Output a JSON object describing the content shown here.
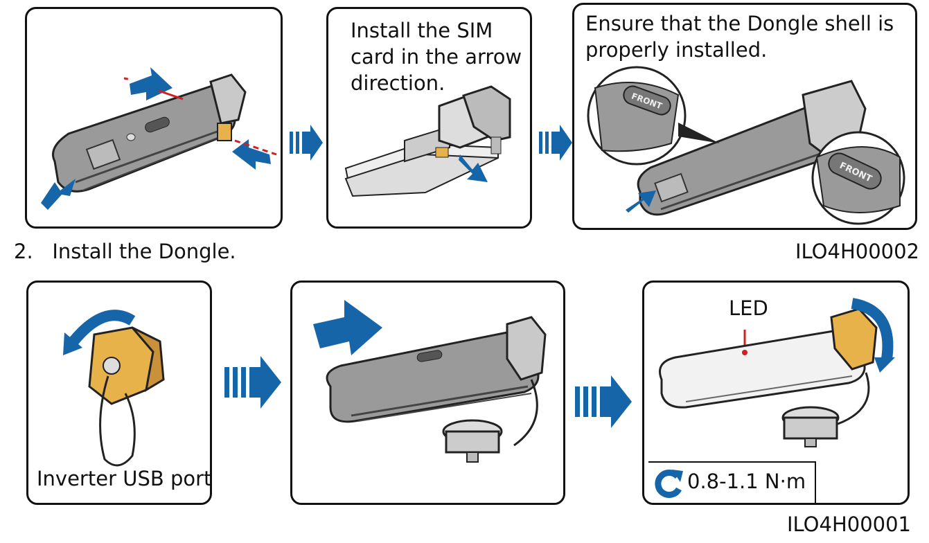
{
  "step1": {
    "panel2_text": [
      "Install the SIM",
      "card in the arrow",
      "direction."
    ],
    "panel3_text": [
      "Ensure that the Dongle shell is",
      "properly installed."
    ],
    "front_label": "FRONT",
    "figure_id": "ILO4H00002"
  },
  "step2": {
    "number": "2.",
    "title": "Install the Dongle.",
    "usb_port_label": "Inverter USB port",
    "led_label": "LED",
    "torque": "0.8-1.1 N·m",
    "figure_id": "ILO4H00001"
  },
  "colors": {
    "arrow_blue": "#1565a8",
    "dongle_gray": "#9a9a9a",
    "cap_yellow": "#e8b24a",
    "red": "#cc2222"
  }
}
